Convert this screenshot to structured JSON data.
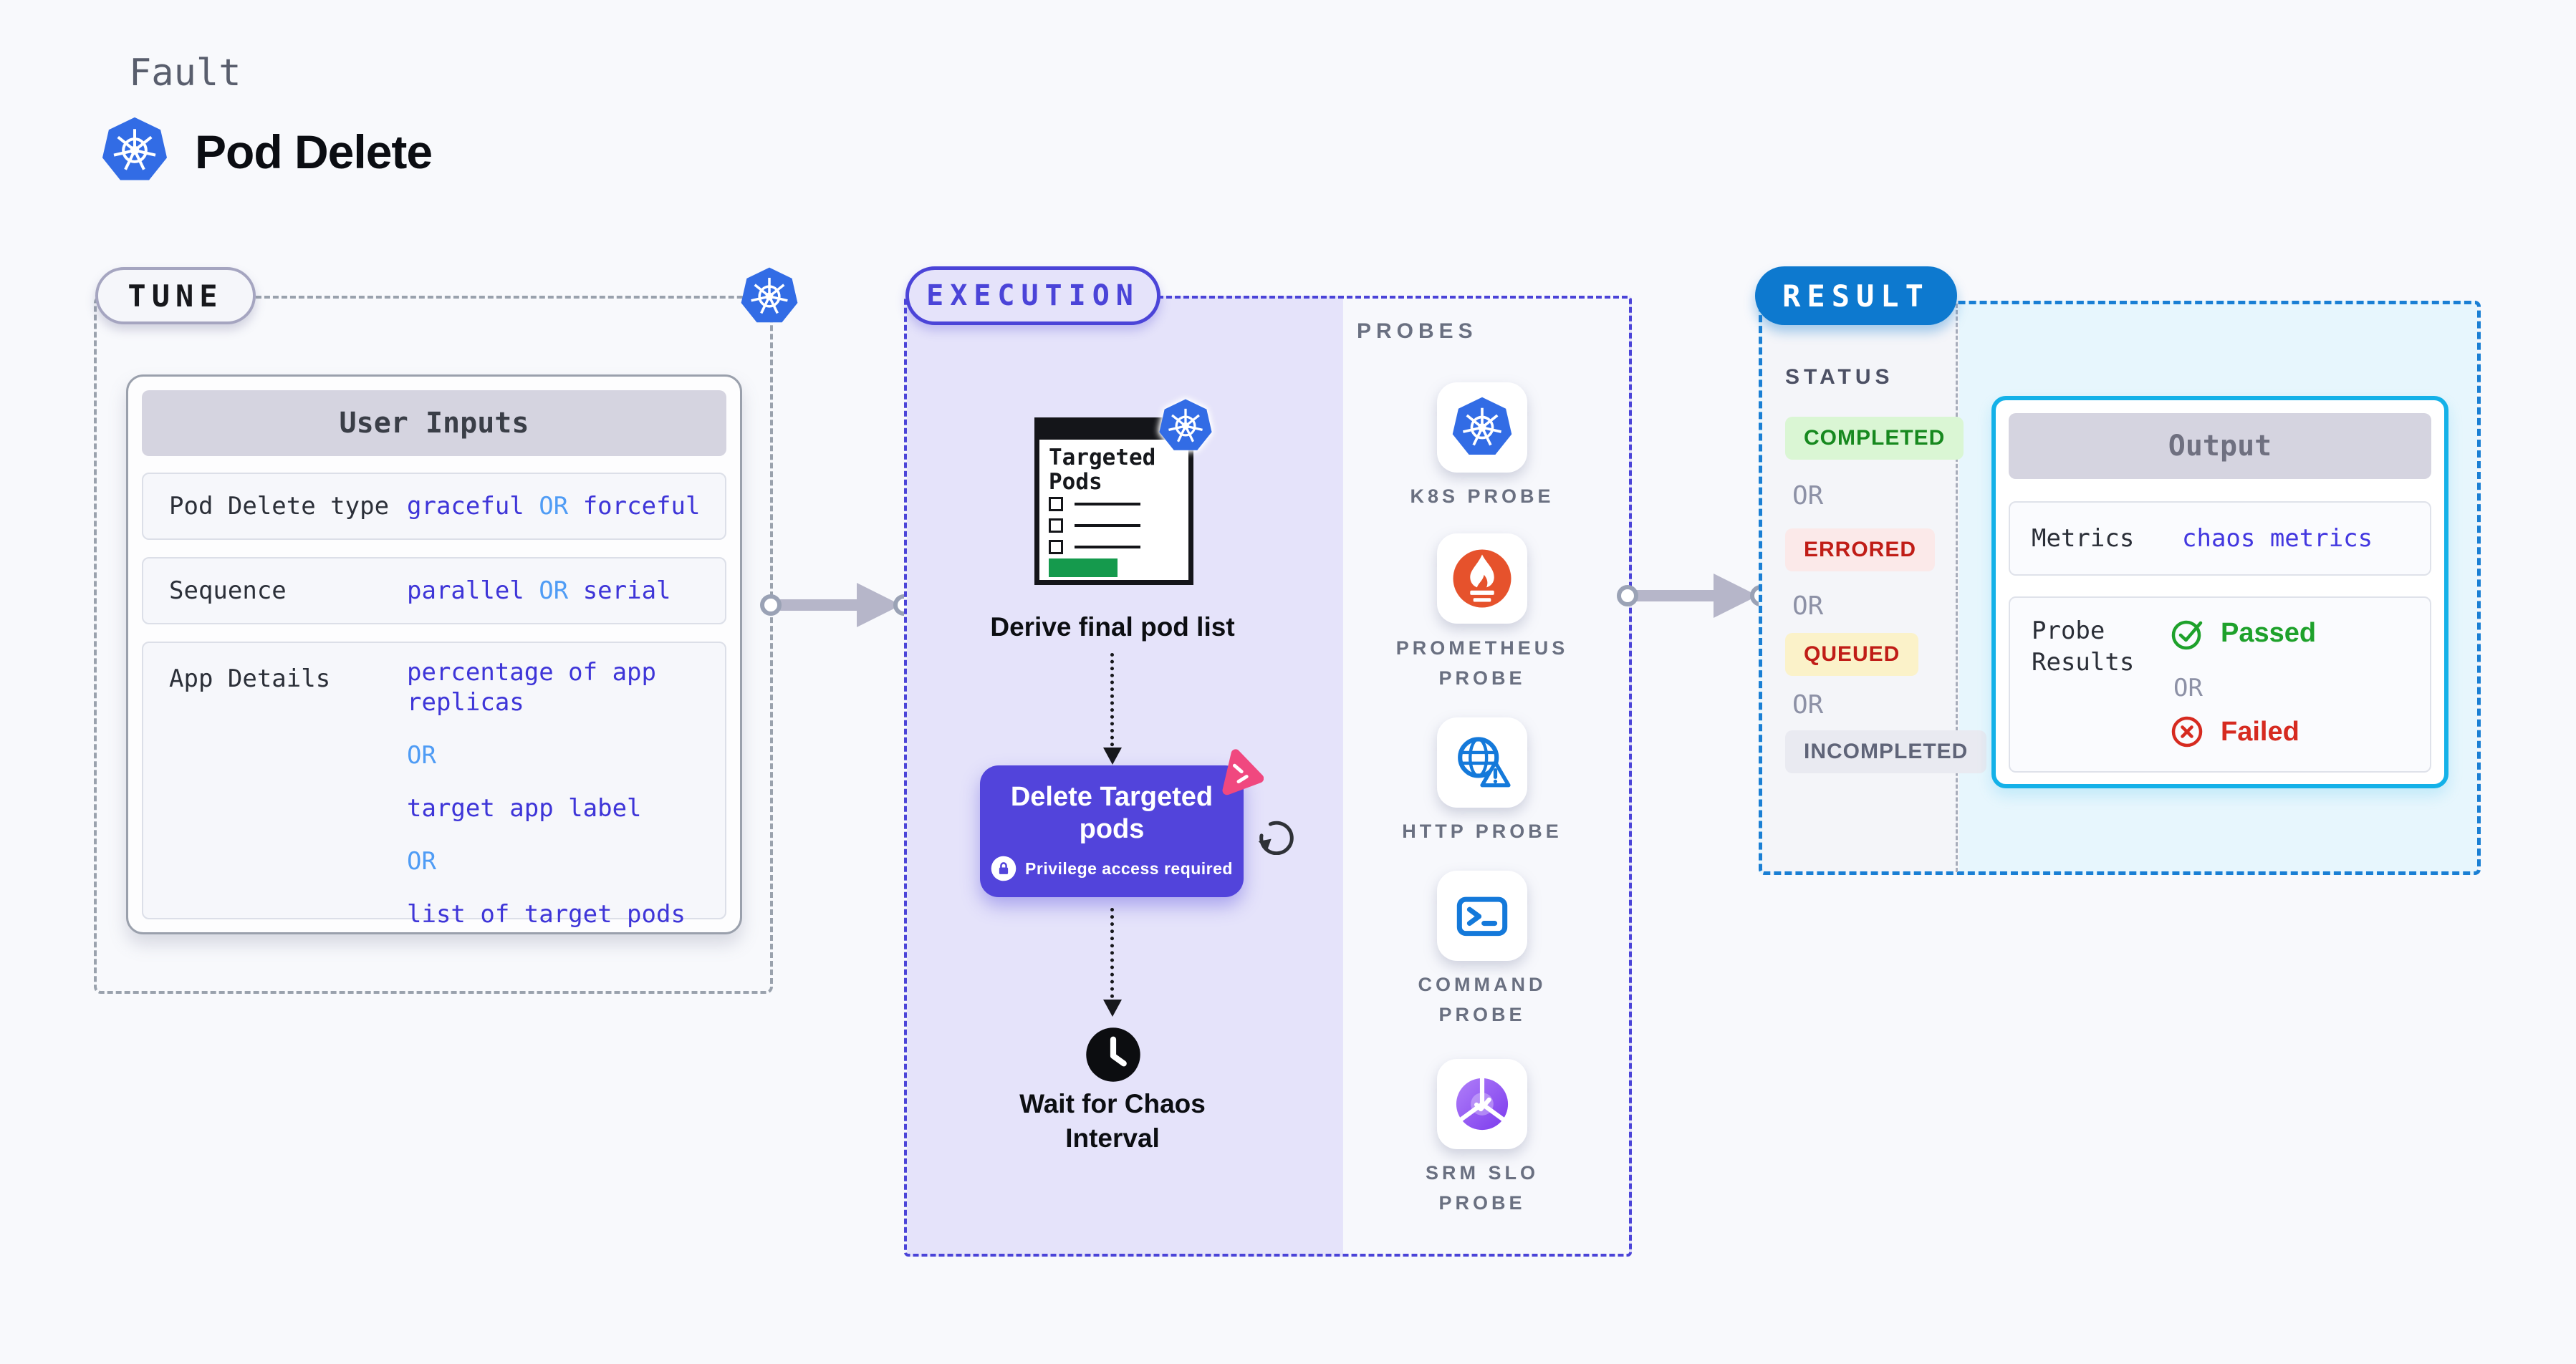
{
  "header": {
    "eyebrow": "Fault",
    "title": "Pod Delete",
    "icon": "kubernetes-icon"
  },
  "tune": {
    "label": "TUNE",
    "user_inputs": {
      "header": "User Inputs",
      "or": "OR",
      "rows": [
        {
          "label": "Pod Delete type",
          "value_a": "graceful",
          "value_b": "forceful"
        },
        {
          "label": "Sequence",
          "value_a": "parallel",
          "value_b": "serial"
        },
        {
          "label": "App Details",
          "options": [
            "percentage of app replicas",
            "target app label",
            "list of target pods"
          ]
        }
      ]
    }
  },
  "execution": {
    "label": "EXECUTION",
    "targeted_pods_title": "Targeted Pods",
    "derive_caption": "Derive final pod list",
    "delete_button": {
      "label": "Delete Targeted pods",
      "note": "Privilege access required"
    },
    "wait_caption": "Wait for Chaos Interval",
    "probes": {
      "heading": "PROBES",
      "items": [
        {
          "label": "K8S PROBE",
          "icon": "kubernetes-icon"
        },
        {
          "label": "PROMETHEUS PROBE",
          "icon": "prometheus-icon"
        },
        {
          "label": "HTTP PROBE",
          "icon": "globe-warning-icon"
        },
        {
          "label": "COMMAND PROBE",
          "icon": "terminal-icon"
        },
        {
          "label": "SRM SLO PROBE",
          "icon": "slo-check-icon"
        }
      ]
    }
  },
  "result": {
    "label": "RESULT",
    "status": {
      "heading": "STATUS",
      "or": "OR",
      "badges": [
        {
          "label": "COMPLETED",
          "bg": "#daf6d4",
          "fg": "#17891f"
        },
        {
          "label": "ERRORED",
          "bg": "#fbe9e9",
          "fg": "#c01d17"
        },
        {
          "label": "QUEUED",
          "bg": "#fbf2c9",
          "fg": "#c01d17"
        },
        {
          "label": "INCOMPLETED",
          "bg": "#e9eaf1",
          "fg": "#5f6478"
        }
      ]
    },
    "output": {
      "header": "Output",
      "or": "OR",
      "metrics": {
        "label": "Metrics",
        "value": "chaos metrics"
      },
      "probe_results": {
        "label": "Probe Results",
        "passed": "Passed",
        "failed": "Failed"
      }
    }
  },
  "colors": {
    "page_bg": "#f8f9fc",
    "k8s_blue": "#326ce5",
    "value_indigo": "#3e35d8",
    "or_blue": "#4f9cf5",
    "execution_indigo": "#4b44d8",
    "execution_fill": "#e5e3fa",
    "delete_button": "#5244db",
    "chaos_pink": "#f0487f",
    "result_blue": "#0d79cf",
    "result_dash_blue": "#1a7fd4",
    "output_cyan": "#14b1e8",
    "output_pane": "#e7f6fd",
    "prometheus_orange": "#e6522c",
    "probe_blue": "#1479da",
    "srm_purple": "#7c3aed",
    "success_green": "#1ea12b",
    "error_red": "#d62a20",
    "pods_green": "#159a4d"
  }
}
